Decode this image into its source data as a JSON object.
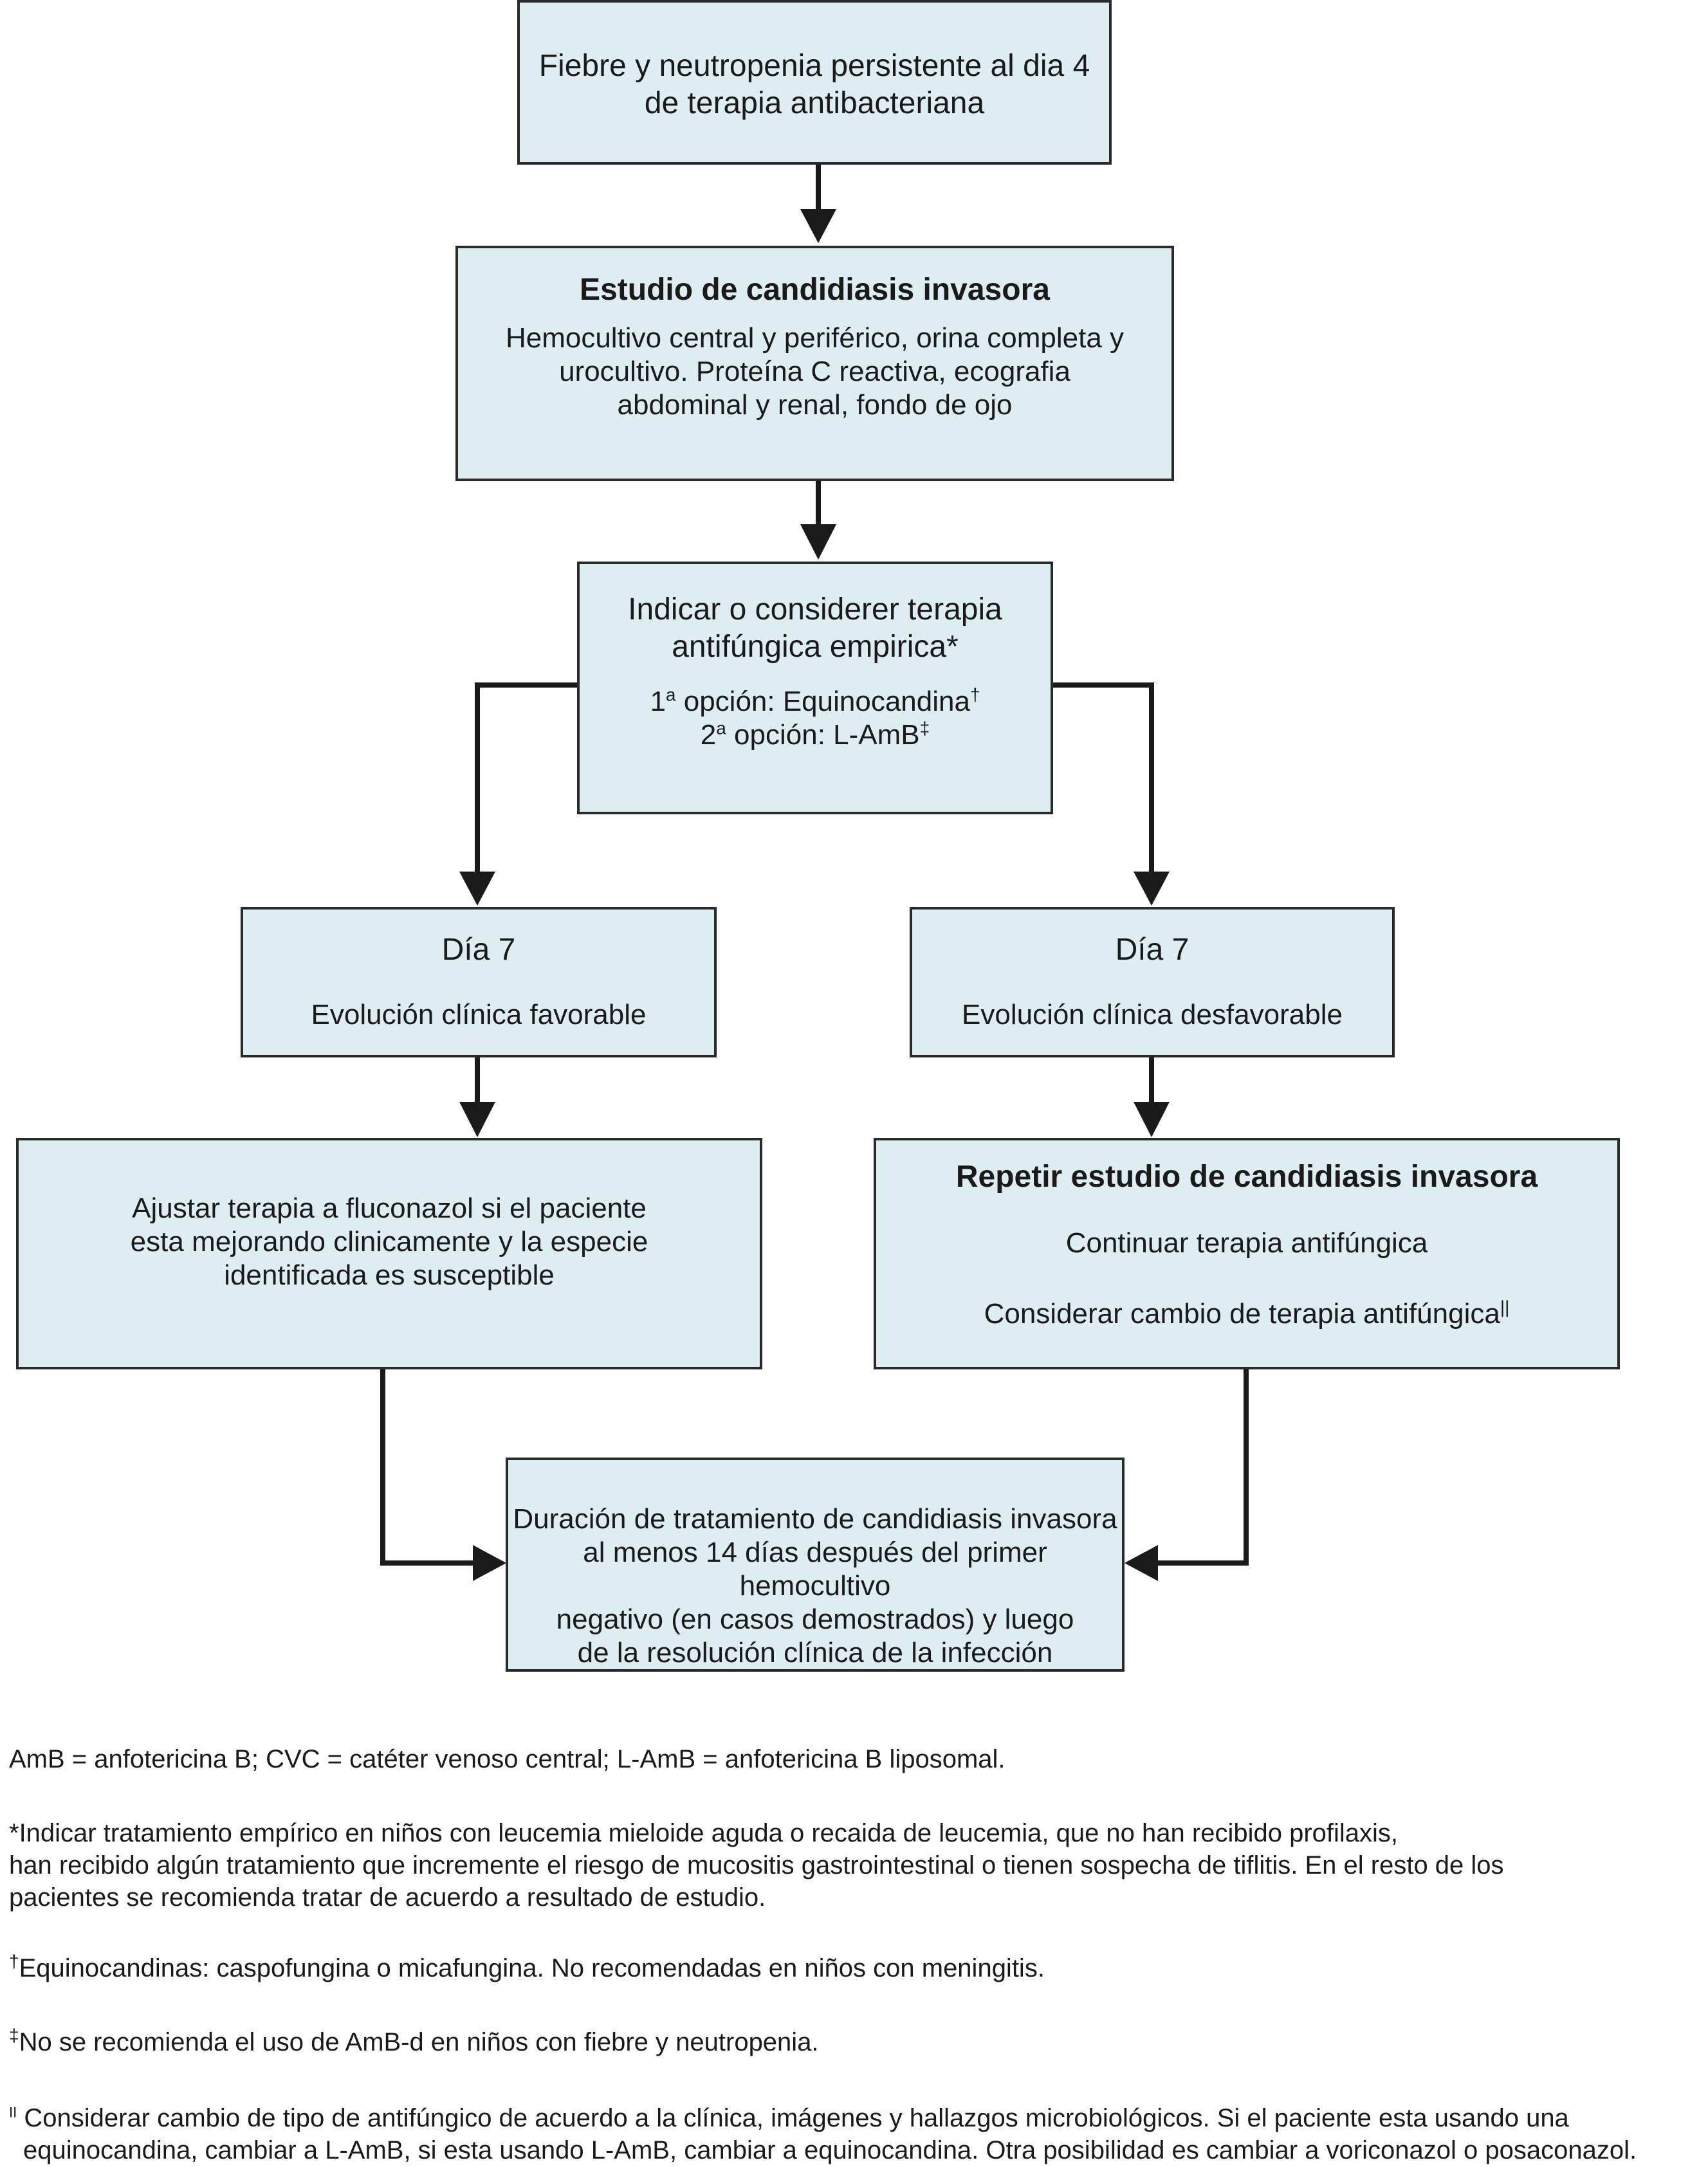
{
  "boxes": {
    "start": {
      "lines": [
        "Fiebre y neutropenia persistente al dia 4",
        "de terapia antibacteriana"
      ]
    },
    "study": {
      "title": "Estudio de candidiasis invasora",
      "lines": [
        "Hemocultivo central y periférico, orina completa y",
        "urocultivo. Proteína C reactiva, ecografia",
        "abdominal y renal, fondo de ojo"
      ]
    },
    "indicate": {
      "lines": [
        "Indicar o considerer terapia",
        "antifúngica empirica*"
      ],
      "opt1_prefix": "1",
      "opt1_sup": "a",
      "opt1_text": " opción: Equinocandina",
      "opt1_mark": "†",
      "opt2_prefix": "2",
      "opt2_sup": "a",
      "opt2_text": " opción: L-AmB",
      "opt2_mark": "‡"
    },
    "day7_fav": {
      "title": "Día 7",
      "text": "Evolución clínica favorable"
    },
    "day7_unfav": {
      "title": "Día 7",
      "text": "Evolución clínica desfavorable"
    },
    "adjust": {
      "lines": [
        "Ajustar terapia a fluconazol si el paciente",
        "esta mejorando clinicamente y la especie",
        "identificada es susceptible"
      ]
    },
    "repeat": {
      "title": "Repetir estudio de candidiasis invasora",
      "line1": "Continuar terapia antifúngica",
      "line2": "Considerar cambio de terapia antifúngica",
      "line2_mark": "||"
    },
    "duration": {
      "lines": [
        "Duración de tratamiento de candidiasis invasora",
        "al menos 14 días después del primer hemocultivo",
        "negativo (en casos demostrados) y luego",
        "de la resolución clínica de la infección"
      ]
    }
  },
  "notes": {
    "abbrev": "AmB = anfotericina B; CVC = catéter venoso central; L-AmB = anfotericina B liposomal.",
    "star": [
      "*Indicar tratamiento empírico en niños con leucemia mieloide aguda o recaida de leucemia, que no han recibido profilaxis,",
      "han recibido algún tratamiento que incremente el riesgo de mucositis gastrointestinal o tienen sospecha de tiflitis. En el resto de los",
      "pacientes se recomienda tratar de acuerdo a resultado de estudio."
    ],
    "dagger_mark": "†",
    "dagger": "Equinocandinas: caspofungina o micafungina. No recomendadas en niños con meningitis.",
    "ddagger_mark": "‡",
    "ddagger": "No se recomienda el uso de AmB-d en niños con fiebre y neutropenia.",
    "par_mark": "II",
    "par": [
      "Considerar cambio de tipo de antifúngico de acuerdo a la clínica, imágenes y hallazgos microbiológicos. Si el paciente esta usando una",
      "equinocandina, cambiar a L-AmB, si esta usando L-AmB, cambiar a equinocandina. Otra posibilidad es cambiar a voriconazol o posaconazol."
    ]
  },
  "colors": {
    "box_fill": "#deedf2",
    "stroke": "#1a1a1a"
  }
}
